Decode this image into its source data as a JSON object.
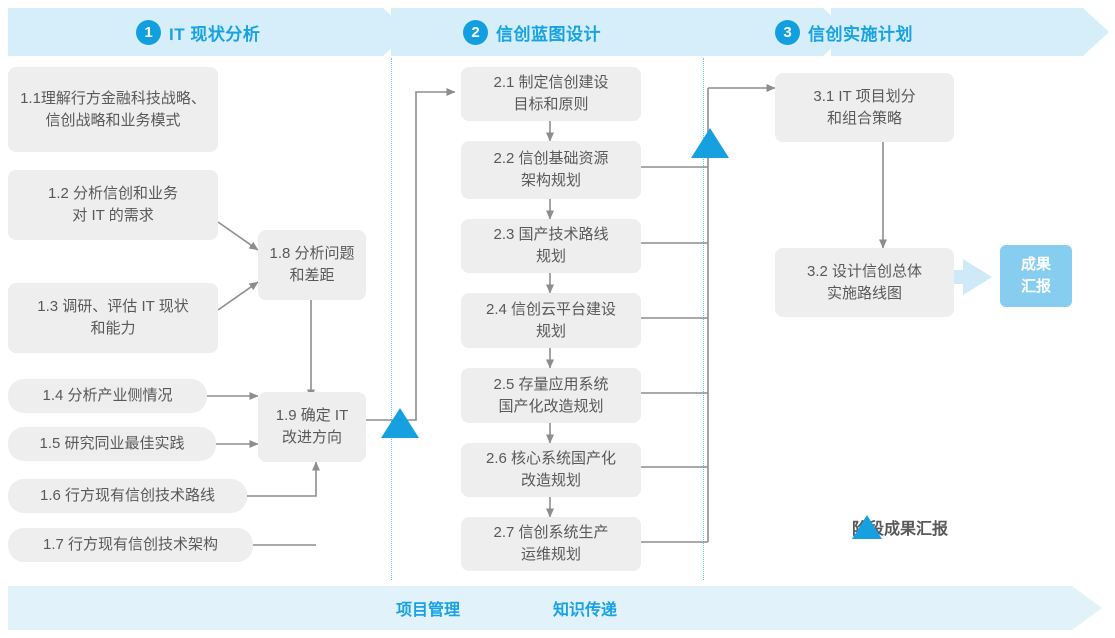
{
  "phases": [
    {
      "number": "1",
      "title": "IT 现状分析"
    },
    {
      "number": "2",
      "title": "信创蓝图设计"
    },
    {
      "number": "3",
      "title": "信创实施计划"
    }
  ],
  "phase1_tasks": [
    {
      "id": "1.1",
      "label": "1.1理解行方金融科技战略、\n信创战略和业务模式"
    },
    {
      "id": "1.2",
      "label": "1.2 分析信创和业务\n对 IT 的需求"
    },
    {
      "id": "1.3",
      "label": "1.3 调研、评估 IT 现状\n和能力"
    },
    {
      "id": "1.4",
      "label": "1.4 分析产业侧情况"
    },
    {
      "id": "1.5",
      "label": "1.5 研究同业最佳实践"
    },
    {
      "id": "1.6",
      "label": "1.6 行方现有信创技术路线"
    },
    {
      "id": "1.7",
      "label": "1.7 行方现有信创技术架构"
    },
    {
      "id": "1.8",
      "label": "1.8 分析问题\n和差距"
    },
    {
      "id": "1.9",
      "label": "1.9 确定 IT\n改进方向"
    }
  ],
  "phase2_tasks": [
    {
      "id": "2.1",
      "label": "2.1 制定信创建设\n目标和原则"
    },
    {
      "id": "2.2",
      "label": "2.2 信创基础资源\n架构规划"
    },
    {
      "id": "2.3",
      "label": "2.3 国产技术路线\n规划"
    },
    {
      "id": "2.4",
      "label": "2.4 信创云平台建设\n规划"
    },
    {
      "id": "2.5",
      "label": "2.5 存量应用系统\n国产化改造规划"
    },
    {
      "id": "2.6",
      "label": "2.6 核心系统国产化\n改造规划"
    },
    {
      "id": "2.7",
      "label": "2.7 信创系统生产\n运维规划"
    }
  ],
  "phase3_tasks": [
    {
      "id": "3.1",
      "label": "3.1 IT 项目划分\n和组合策略"
    },
    {
      "id": "3.2",
      "label": "3.2 设计信创总体\n实施路线图"
    }
  ],
  "result": {
    "label": "成果\n汇报"
  },
  "legend": {
    "label": "阶段成果汇报",
    "marker": "triangle-blue"
  },
  "footer": {
    "items": [
      "项目管理",
      "知识传递"
    ]
  },
  "colors": {
    "band": "#d6edfa",
    "accent": "#17a2e3",
    "milestone": "#16a0e0",
    "box": "#eeeeee",
    "box_text": "#58595b",
    "result_box": "#86cdf0",
    "footer_band": "#e2f2fb",
    "separator": "#5bc2ea",
    "wire": "#8d8d8d"
  }
}
